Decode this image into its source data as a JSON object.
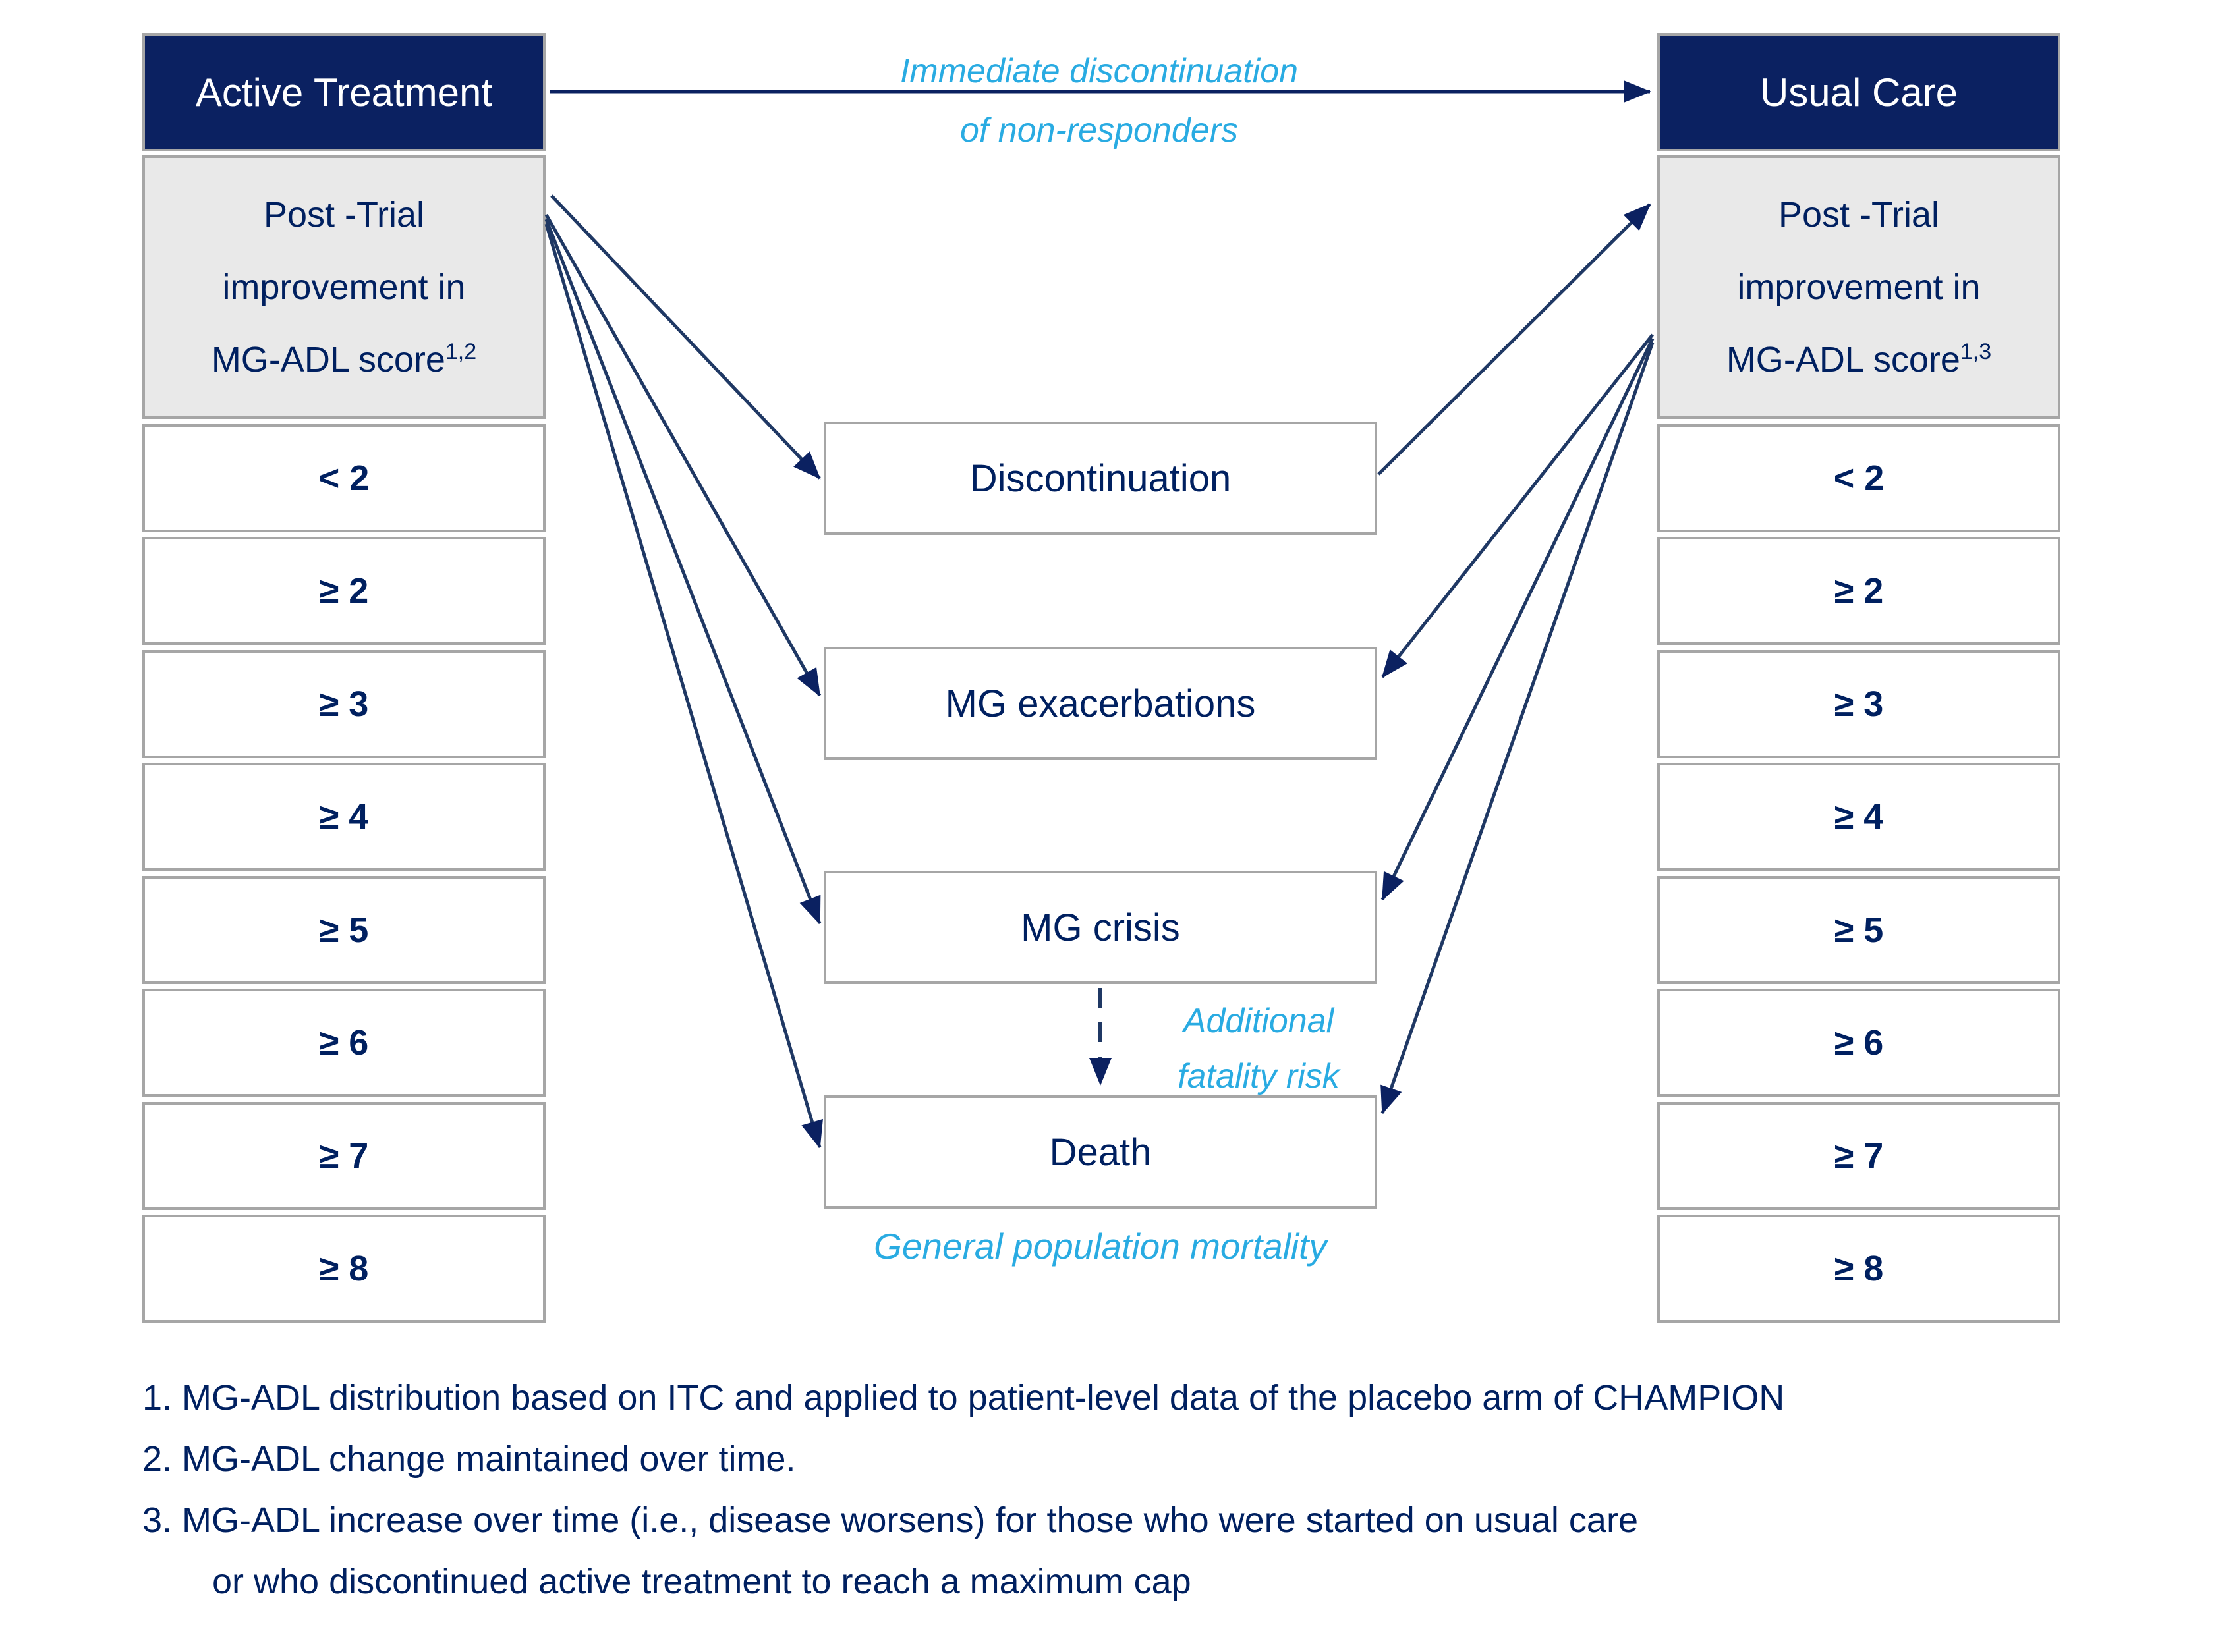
{
  "colors": {
    "navy": "#002060",
    "header_fill": "#0b2161",
    "light_blue": "#29abe2",
    "gray_fill": "#e9e9e9",
    "border_gray": "#a6a6a6"
  },
  "left_column": {
    "header": "Active Treatment",
    "subtitle_lines": [
      "Post -Trial",
      "improvement in",
      "MG-ADL score"
    ],
    "subtitle_superscript": "1,2",
    "rows": [
      "< 2",
      "≥ 2",
      "≥ 3",
      "≥ 4",
      "≥ 5",
      "≥ 6",
      "≥ 7",
      "≥ 8"
    ]
  },
  "right_column": {
    "header": "Usual Care",
    "subtitle_lines": [
      "Post -Trial",
      "improvement in",
      "MG-ADL score"
    ],
    "subtitle_superscript": "1,3",
    "rows": [
      "< 2",
      "≥ 2",
      "≥ 3",
      "≥ 4",
      "≥ 5",
      "≥ 6",
      "≥ 7",
      "≥ 8"
    ]
  },
  "center_boxes": {
    "discontinuation": "Discontinuation",
    "mg_exacerbations": "MG exacerbations",
    "mg_crisis": "MG crisis",
    "death": "Death"
  },
  "annotations": {
    "immediate_discontinuation_line1": "Immediate discontinuation",
    "immediate_discontinuation_line2": "of non-responders",
    "additional_fatality_line1": "Additional",
    "additional_fatality_line2": "fatality risk",
    "general_population_mortality": "General population mortality"
  },
  "footnotes": {
    "line1": "1. MG-ADL distribution based on ITC and applied to patient-level data of the placebo arm of CHAMPION",
    "line2": "2. MG-ADL change maintained over time.",
    "line3": "3. MG-ADL increase over time (i.e., disease worsens) for those who were started on usual care",
    "line4": "or who discontinued active treatment to reach a maximum cap"
  }
}
